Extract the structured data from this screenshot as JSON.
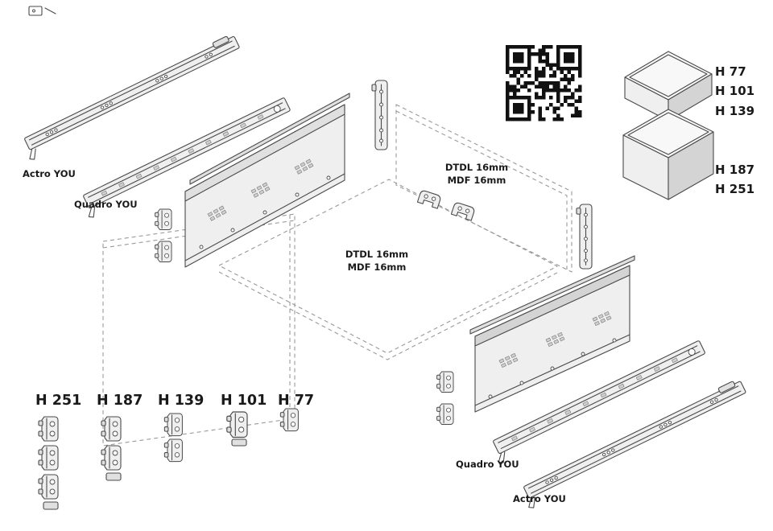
{
  "diagram": {
    "labels": {
      "rail_top_actro": "Actro YOU",
      "rail_top_quadro": "Quadro YOU",
      "rail_bottom_quadro": "Quadro YOU",
      "rail_bottom_actro": "Actro YOU",
      "rear_panel_material_1": "DTDL 16mm",
      "rear_panel_material_2": "MDF 16mm",
      "bottom_panel_material_1": "DTDL 16mm",
      "bottom_panel_material_2": "MDF 16mm"
    },
    "drawer_box_shallow_heights": [
      "H 77",
      "H 101",
      "H 139"
    ],
    "drawer_box_deep_heights": [
      "H 187",
      "H 251"
    ],
    "front_bracket_heights": [
      "H 251",
      "H 187",
      "H 139",
      "H 101",
      "H 77"
    ],
    "icons": {
      "qr_code": "qr-code",
      "corner_mark": "corner-pictogram"
    },
    "colors": {
      "line": "#4a4a4a",
      "dashed_line": "#999999",
      "fill_light": "#efefef",
      "fill_mid": "#e0e0e0",
      "text": "#1a1a1a",
      "qr": "#111111"
    }
  }
}
